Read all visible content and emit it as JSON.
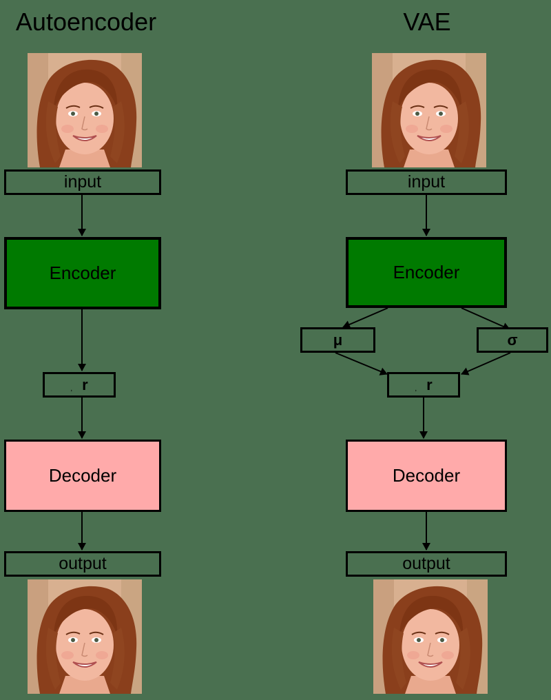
{
  "colors": {
    "background": "#4a7050",
    "encoder_fill": "#007a00",
    "decoder_fill": "#ffaaaa",
    "stroke": "#000000"
  },
  "autoencoder": {
    "title": "Autoencoder",
    "input_label": "input",
    "encoder_label": "Encoder",
    "latent_mark": ",",
    "latent_label": "r",
    "decoder_label": "Decoder",
    "output_label": "output"
  },
  "vae": {
    "title": "VAE",
    "input_label": "input",
    "encoder_label": "Encoder",
    "mu_label": "μ",
    "sigma_label": "σ",
    "latent_mark": ",",
    "latent_label": "r",
    "decoder_label": "Decoder",
    "output_label": "output"
  }
}
